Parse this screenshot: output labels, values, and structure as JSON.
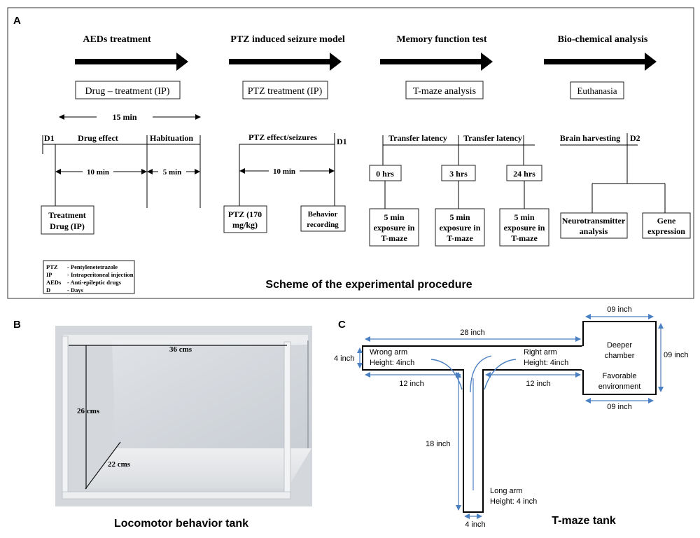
{
  "panel_a": {
    "label": "A",
    "stages": [
      {
        "title": "AEDs treatment",
        "box": "Drug – treatment (IP)"
      },
      {
        "title": "PTZ induced seizure model",
        "box": "PTZ treatment (IP)"
      },
      {
        "title": "Memory function test",
        "box": "T-maze analysis"
      },
      {
        "title": "Bio-chemical analysis",
        "box": "Euthanasia"
      }
    ],
    "timeline1": {
      "total": "15 min",
      "d1": "D1",
      "drug_effect": "Drug effect",
      "habituation": "Habituation",
      "span1": "10 min",
      "span2": "5 min",
      "box_line1": "Treatment",
      "box_line2": "Drug (IP)"
    },
    "timeline2": {
      "title": "PTZ effect/seizures",
      "d1": "D1",
      "span": "10 min",
      "ptz_line1": "PTZ (170",
      "ptz_line2": "mg/kg)",
      "beh_line1": "Behavior",
      "beh_line2": "recording"
    },
    "timeline3": {
      "latency1": "Transfer latency",
      "latency2": "Transfer latency",
      "times": [
        "0 hrs",
        "3 hrs",
        "24 hrs"
      ],
      "exposure_line1": "5 min",
      "exposure_line2": "exposure in",
      "exposure_line3": "T-maze"
    },
    "timeline4": {
      "brain": "Brain harvesting",
      "d2": "D2",
      "neuro_line1": "Neurotransmitter",
      "neuro_line2": "analysis",
      "gene_line1": "Gene",
      "gene_line2": "expression"
    },
    "legend": [
      {
        "abbr": "PTZ",
        "desc": "- Pentylenetetrazole"
      },
      {
        "abbr": "IP",
        "desc": "- Intraperitoneal injection"
      },
      {
        "abbr": "AEDs",
        "desc": "- Anti-epileptic drugs"
      },
      {
        "abbr": "D",
        "desc": "- Days"
      }
    ],
    "caption": "Scheme of the experimental procedure"
  },
  "panel_b": {
    "label": "B",
    "length": "36 cms",
    "height": "26 cms",
    "depth": "22 cms",
    "caption": "Locomotor behavior tank"
  },
  "panel_c": {
    "label": "C",
    "top_span": "28 inch",
    "chamber_width_top": "09 inch",
    "chamber_height": "09 inch",
    "chamber_width_bottom": "09 inch",
    "arm_height_left": "4 inch",
    "wrong_arm": "Wrong arm",
    "wrong_arm_height": "Height: 4inch",
    "right_arm": "Right arm",
    "right_arm_height": "Height: 4inch",
    "deeper": "Deeper",
    "chamber": "chamber",
    "favorable": "Favorable",
    "environment": "environment",
    "left_len": "12 inch",
    "right_len": "12 inch",
    "long_len": "18 inch",
    "long_arm": "Long arm",
    "long_arm_height": "Height: 4 inch",
    "bottom_width": "4 inch",
    "caption": "T-maze tank"
  },
  "colors": {
    "arrow_blue": "#4a7fc1",
    "tank_edge": "#9aa0a8"
  }
}
